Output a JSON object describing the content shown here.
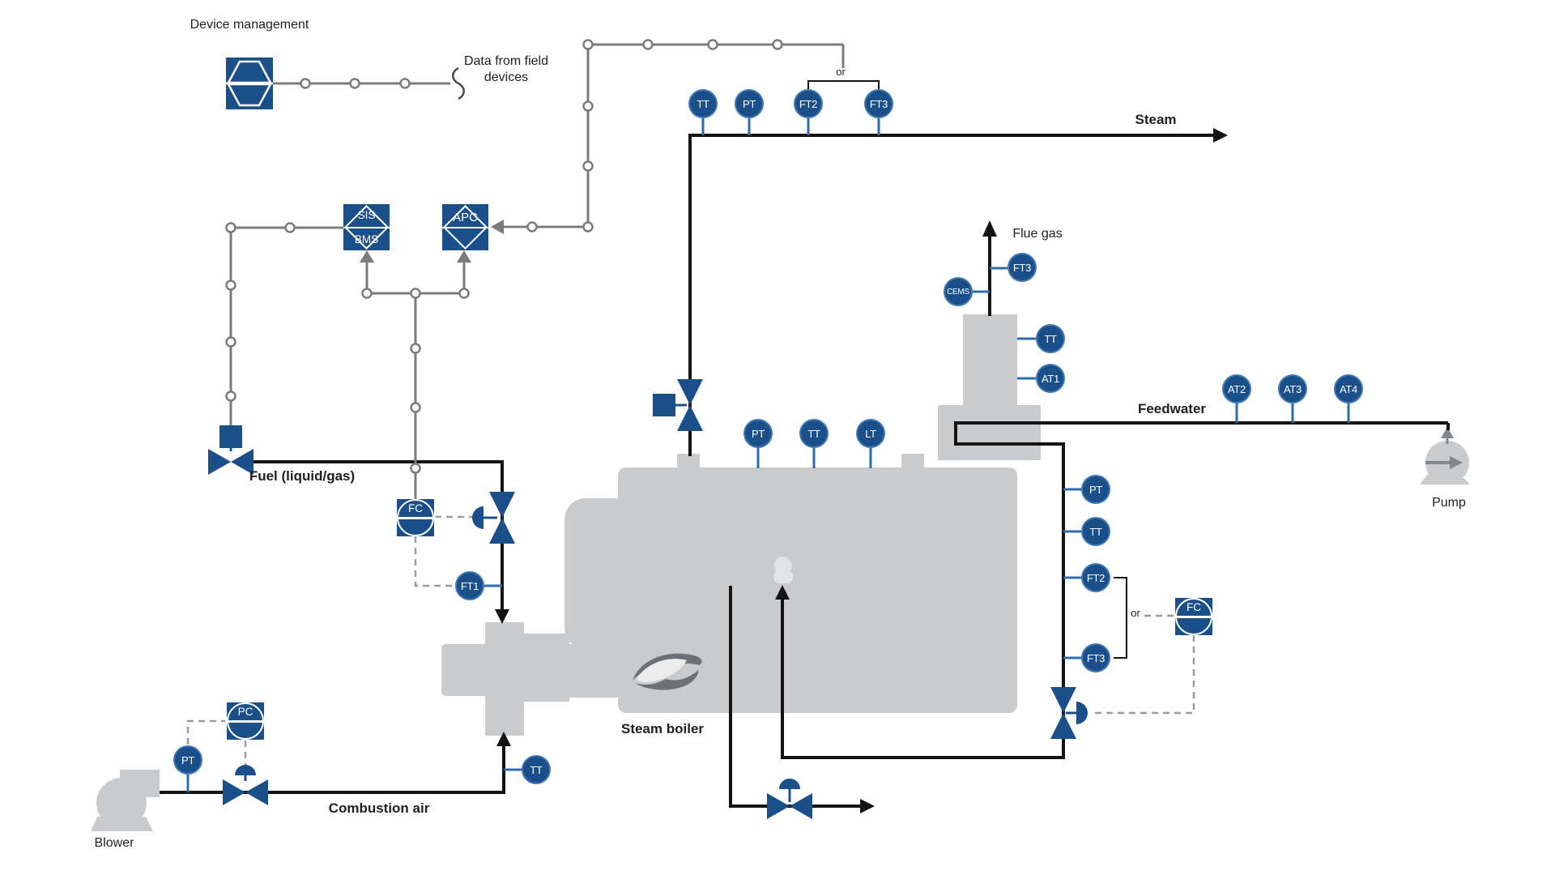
{
  "colors": {
    "accent_blue": "#1b4f8a",
    "stem_blue": "#2d6ca8",
    "equipment_gray": "#c9cbcd",
    "network_gray": "#7b7b7b",
    "pipe_black": "#141414",
    "dashed_gray": "#9b9b9b"
  },
  "labels": {
    "device_management": "Device management",
    "data_from_field_devices": "Data from field devices",
    "steam": "Steam",
    "flue_gas": "Flue gas",
    "feedwater": "Feedwater",
    "pump": "Pump",
    "fuel": "Fuel (liquid/gas)",
    "combustion_air": "Combustion air",
    "blower": "Blower",
    "steam_boiler": "Steam boiler",
    "or_steam": "or",
    "or_feedwater": "or"
  },
  "controllers": {
    "fc_fuel": "FC",
    "pc_air": "PC",
    "fc_feedwater": "FC",
    "sis": "SIS",
    "bms": "BMS",
    "apc": "APC"
  },
  "instruments": {
    "steam_line": [
      "TT",
      "PT",
      "FT2",
      "FT3"
    ],
    "flue_gas_stack": [
      "FT3",
      "CEMS"
    ],
    "flue_gas_duct": [
      "TT",
      "AT1"
    ],
    "feedwater_line": [
      "AT2",
      "AT3",
      "AT4"
    ],
    "boiler_top": [
      "PT",
      "TT",
      "LT"
    ],
    "boiler_right": [
      "PT",
      "TT",
      "FT2",
      "FT3"
    ],
    "fuel_line": [
      "FT1"
    ],
    "combustion_air_line": [
      "PT",
      "TT"
    ]
  }
}
